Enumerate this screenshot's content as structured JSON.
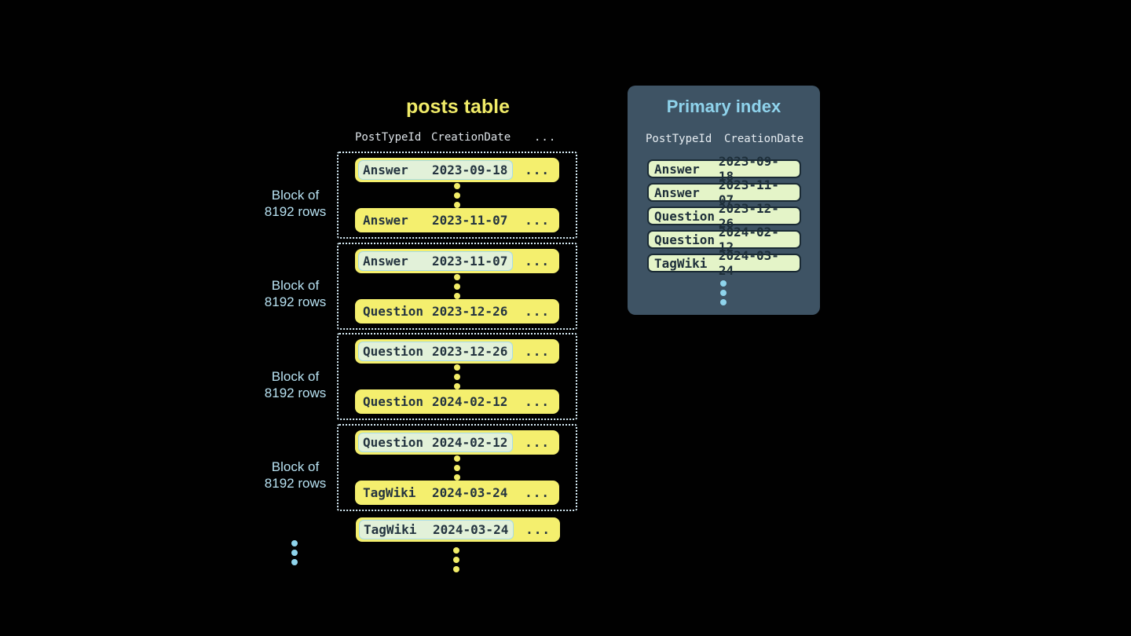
{
  "posts_table": {
    "title": "posts table",
    "header": {
      "col1": "PostTypeId",
      "col2": "CreationDate",
      "col3": "..."
    },
    "block_label": {
      "line1": "Block of",
      "line2": "8192 rows"
    },
    "ellipsis": "...",
    "blocks": [
      {
        "first": {
          "type": "Answer",
          "date": "2023-09-18"
        },
        "last": {
          "type": "Answer",
          "date": "2023-11-07"
        }
      },
      {
        "first": {
          "type": "Answer",
          "date": "2023-11-07"
        },
        "last": {
          "type": "Question",
          "date": "2023-12-26"
        }
      },
      {
        "first": {
          "type": "Question",
          "date": "2023-12-26"
        },
        "last": {
          "type": "Question",
          "date": "2024-02-12"
        }
      },
      {
        "first": {
          "type": "Question",
          "date": "2024-02-12"
        },
        "last": {
          "type": "TagWiki",
          "date": "2024-03-24"
        }
      }
    ],
    "next_block_first_row": {
      "type": "TagWiki",
      "date": "2024-03-24"
    }
  },
  "primary_index": {
    "title": "Primary index",
    "header": {
      "col1": "PostTypeId",
      "col2": "CreationDate"
    },
    "rows": [
      {
        "type": "Answer",
        "date": "2023-09-18"
      },
      {
        "type": "Answer",
        "date": "2023-11-07"
      },
      {
        "type": "Question",
        "date": "2023-12-26"
      },
      {
        "type": "Question",
        "date": "2024-02-12"
      },
      {
        "type": "TagWiki",
        "date": "2024-03-24"
      }
    ]
  },
  "colors": {
    "background": "#010101",
    "row_yellow": "#f4ef6e",
    "highlight_pill_bg": "#e2f1d9",
    "highlight_pill_border": "#a6dbe9",
    "index_row_bg": "#e4f4c8",
    "index_row_border": "#1a2a35",
    "dark_text": "#243440",
    "panel_bg": "#3e5364",
    "panel_title_blue": "#8fd3ec",
    "block_label_blue": "#b7e1f1",
    "dotted_border": "#d8eef8",
    "blue_dot": "#8fd4ec",
    "yellow_dot": "#f2ed68",
    "title_yellow": "#f0eb68"
  }
}
